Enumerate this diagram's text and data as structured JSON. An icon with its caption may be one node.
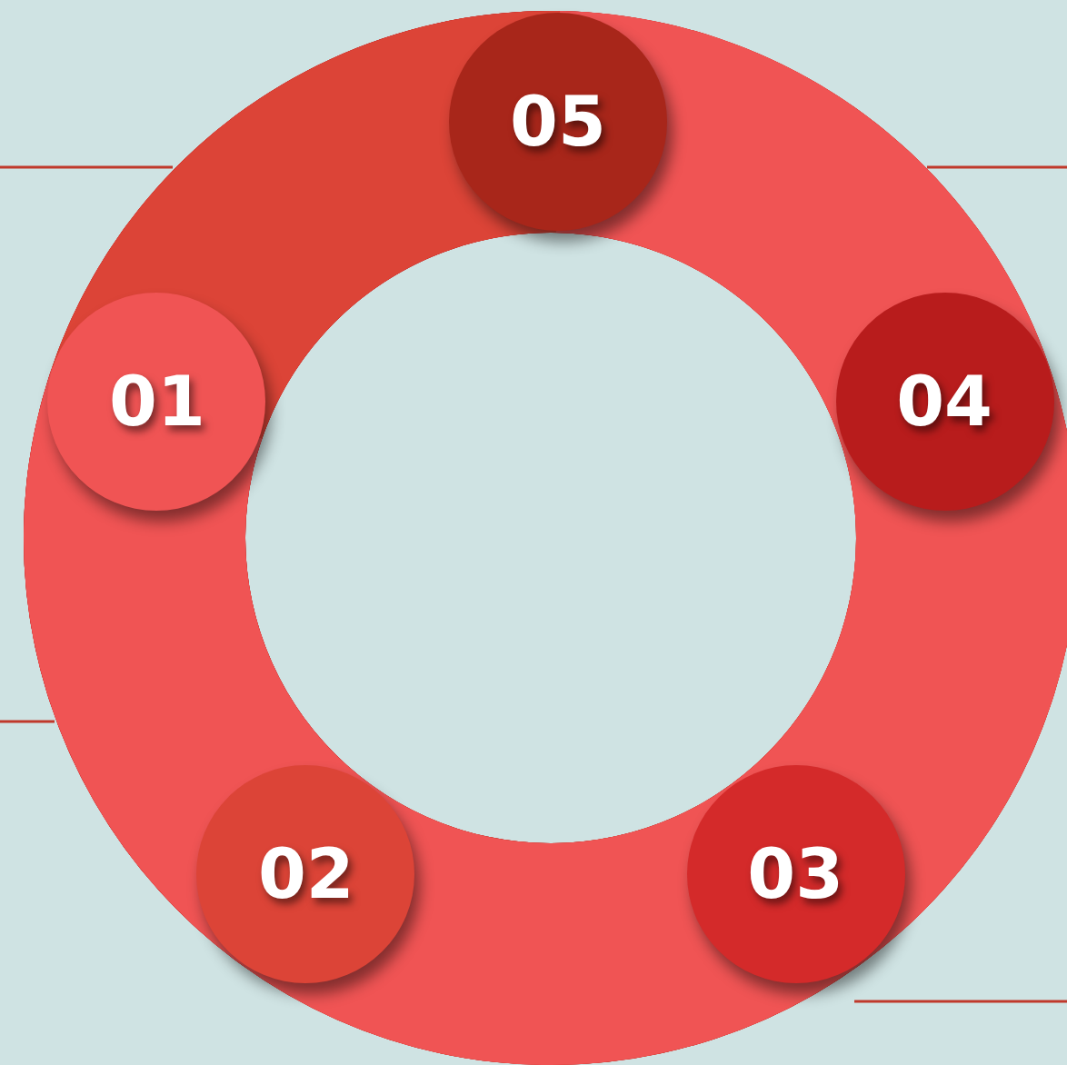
{
  "diagram": {
    "nodes": [
      {
        "text": [
          "05"
        ]
      },
      {
        "text": [
          "04"
        ]
      },
      {
        "text": [
          "03"
        ]
      },
      {
        "text": [
          "02"
        ]
      },
      {
        "text": [
          "01"
        ]
      }
    ]
  }
}
